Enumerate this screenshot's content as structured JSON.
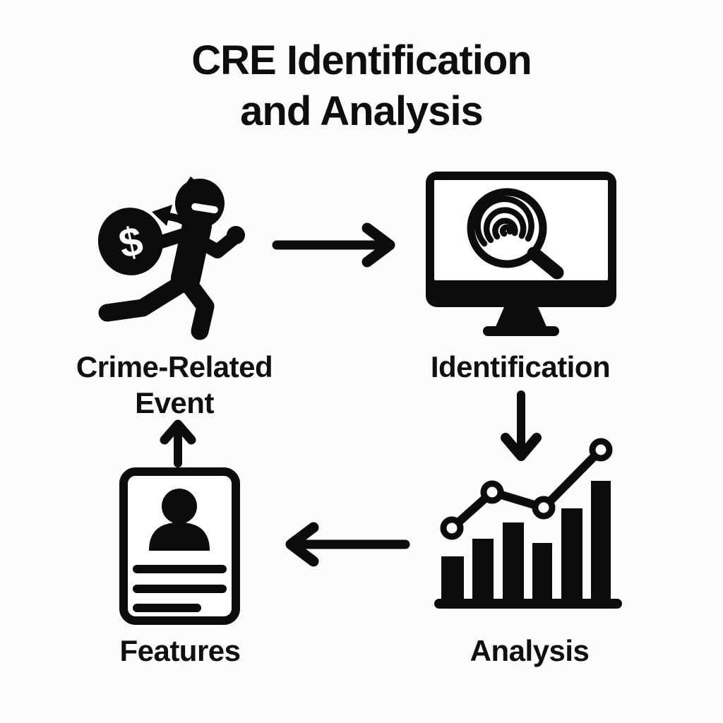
{
  "title": {
    "line1": "CRE Identification",
    "line2": "and Analysis"
  },
  "nodes": {
    "crime_event": {
      "label_line1": "Crime-Related",
      "label_line2": "Event",
      "icon": "running-thief-money-bag-icon",
      "bag_symbol": "$"
    },
    "identification": {
      "label": "Identification",
      "icon": "monitor-fingerprint-magnifier-icon"
    },
    "analysis": {
      "label": "Analysis",
      "icon": "bar-line-chart-icon"
    },
    "features": {
      "label": "Features",
      "icon": "id-card-profile-icon"
    }
  },
  "flow": [
    {
      "from": "Crime-Related Event",
      "to": "Identification"
    },
    {
      "from": "Identification",
      "to": "Analysis"
    },
    {
      "from": "Analysis",
      "to": "Features"
    },
    {
      "from": "Features",
      "to": "Crime-Related Event"
    }
  ],
  "colors": {
    "ink": "#0c0c0c",
    "background": "#fcfcfc",
    "bag_symbol_color": "#ffffff"
  }
}
